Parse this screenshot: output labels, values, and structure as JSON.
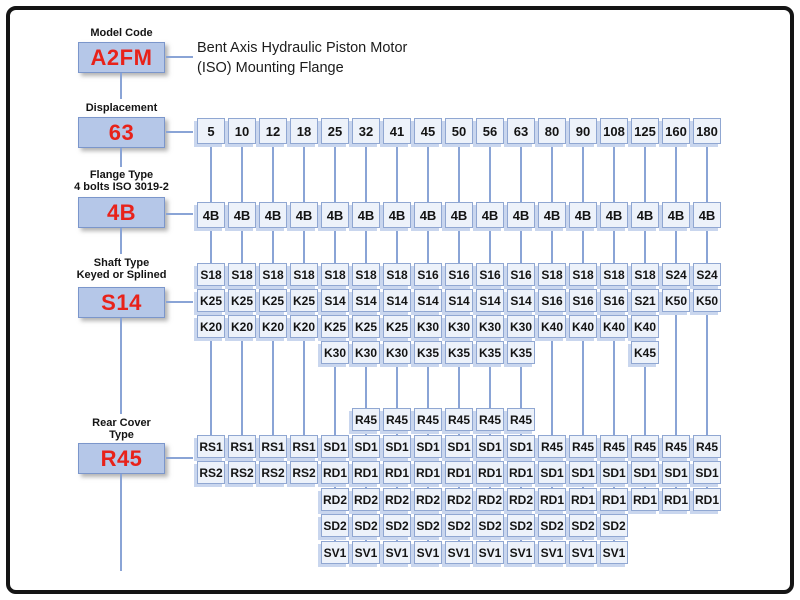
{
  "title": {
    "line1": "Bent Axis Hydraulic Piston Motor",
    "line2": "(ISO) Mounting Flange"
  },
  "selectors": [
    {
      "id": "model-code",
      "label_lines": [
        "Model Code"
      ],
      "value": "A2FM"
    },
    {
      "id": "displacement",
      "label_lines": [
        "Displacement"
      ],
      "value": "63"
    },
    {
      "id": "flange-type",
      "label_lines": [
        "Flange Type",
        "4 bolts ISO 3019-2"
      ],
      "value": "4B"
    },
    {
      "id": "shaft-type",
      "label_lines": [
        "Shaft Type",
        "Keyed or Splined"
      ],
      "value": "S14"
    },
    {
      "id": "rear-cover-type",
      "label_lines": [
        "Rear Cover",
        "Type"
      ],
      "value": "R45"
    }
  ],
  "matrix": {
    "columns": [
      {
        "displacement": "5",
        "flange": "4B",
        "shaft_options": [
          "S18",
          "K25",
          "K20"
        ],
        "rear_cover_options": [
          null,
          "RS1",
          "RS2",
          null,
          null,
          null
        ]
      },
      {
        "displacement": "10",
        "flange": "4B",
        "shaft_options": [
          "S18",
          "K25",
          "K20"
        ],
        "rear_cover_options": [
          null,
          "RS1",
          "RS2",
          null,
          null,
          null
        ]
      },
      {
        "displacement": "12",
        "flange": "4B",
        "shaft_options": [
          "S18",
          "K25",
          "K20"
        ],
        "rear_cover_options": [
          null,
          "RS1",
          "RS2",
          null,
          null,
          null
        ]
      },
      {
        "displacement": "18",
        "flange": "4B",
        "shaft_options": [
          "S18",
          "K25",
          "K20"
        ],
        "rear_cover_options": [
          null,
          "RS1",
          "RS2",
          null,
          null,
          null
        ]
      },
      {
        "displacement": "25",
        "flange": "4B",
        "shaft_options": [
          "S18",
          "S14",
          "K25",
          "K30"
        ],
        "rear_cover_options": [
          null,
          "SD1",
          "RD1",
          "RD2",
          "SD2",
          "SV1"
        ]
      },
      {
        "displacement": "32",
        "flange": "4B",
        "shaft_options": [
          "S18",
          "S14",
          "K25",
          "K30"
        ],
        "rear_cover_options": [
          "R45",
          "SD1",
          "RD1",
          "RD2",
          "SD2",
          "SV1"
        ]
      },
      {
        "displacement": "41",
        "flange": "4B",
        "shaft_options": [
          "S18",
          "S14",
          "K25",
          "K30"
        ],
        "rear_cover_options": [
          "R45",
          "SD1",
          "RD1",
          "RD2",
          "SD2",
          "SV1"
        ]
      },
      {
        "displacement": "45",
        "flange": "4B",
        "shaft_options": [
          "S16",
          "S14",
          "K30",
          "K35"
        ],
        "rear_cover_options": [
          "R45",
          "SD1",
          "RD1",
          "RD2",
          "SD2",
          "SV1"
        ]
      },
      {
        "displacement": "50",
        "flange": "4B",
        "shaft_options": [
          "S16",
          "S14",
          "K30",
          "K35"
        ],
        "rear_cover_options": [
          "R45",
          "SD1",
          "RD1",
          "RD2",
          "SD2",
          "SV1"
        ]
      },
      {
        "displacement": "56",
        "flange": "4B",
        "shaft_options": [
          "S16",
          "S14",
          "K30",
          "K35"
        ],
        "rear_cover_options": [
          "R45",
          "SD1",
          "RD1",
          "RD2",
          "SD2",
          "SV1"
        ]
      },
      {
        "displacement": "63",
        "flange": "4B",
        "shaft_options": [
          "S16",
          "S14",
          "K30",
          "K35"
        ],
        "rear_cover_options": [
          "R45",
          "SD1",
          "RD1",
          "RD2",
          "SD2",
          "SV1"
        ]
      },
      {
        "displacement": "80",
        "flange": "4B",
        "shaft_options": [
          "S18",
          "S16",
          "K40"
        ],
        "rear_cover_options": [
          null,
          "R45",
          "SD1",
          "RD1",
          "SD2",
          "SV1"
        ]
      },
      {
        "displacement": "90",
        "flange": "4B",
        "shaft_options": [
          "S18",
          "S16",
          "K40"
        ],
        "rear_cover_options": [
          null,
          "R45",
          "SD1",
          "RD1",
          "SD2",
          "SV1"
        ]
      },
      {
        "displacement": "108",
        "flange": "4B",
        "shaft_options": [
          "S18",
          "S16",
          "K40"
        ],
        "rear_cover_options": [
          null,
          "R45",
          "SD1",
          "RD1",
          "SD2",
          "SV1"
        ]
      },
      {
        "displacement": "125",
        "flange": "4B",
        "shaft_options": [
          "S18",
          "S21",
          "K40",
          "K45"
        ],
        "rear_cover_options": [
          null,
          "R45",
          "SD1",
          "RD1",
          null,
          null
        ]
      },
      {
        "displacement": "160",
        "flange": "4B",
        "shaft_options": [
          "S24",
          "K50"
        ],
        "rear_cover_options": [
          null,
          "R45",
          "SD1",
          "RD1",
          null,
          null
        ]
      },
      {
        "displacement": "180",
        "flange": "4B",
        "shaft_options": [
          "S24",
          "K50"
        ],
        "rear_cover_options": [
          null,
          "R45",
          "SD1",
          "RD1",
          null,
          null
        ]
      }
    ]
  },
  "colors": {
    "value_red": "#e8221a",
    "cell_fill": "#edf2fa",
    "cell_border": "#90a7d2",
    "cell_shadow": "#c9d6ee",
    "selector_fill": "#b5c7e8",
    "selector_border": "#7b96cb",
    "connector_line": "#8aa4d6"
  }
}
